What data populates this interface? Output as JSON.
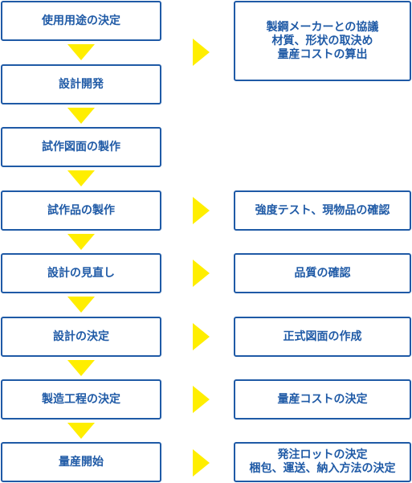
{
  "steps": [
    {
      "label": "使用用途の決定"
    },
    {
      "label": "設計開発"
    },
    {
      "label": "試作図面の製作"
    },
    {
      "label": "試作品の製作"
    },
    {
      "label": "設計の見直し"
    },
    {
      "label": "設計の決定"
    },
    {
      "label": "製造工程の決定"
    },
    {
      "label": "量産開始"
    }
  ],
  "results": [
    {
      "lines": [
        "製鋼メーカーとの協議",
        "材質、形状の取決め",
        "量産コストの算出"
      ]
    },
    {
      "lines": [
        "強度テスト、現物品の確認"
      ]
    },
    {
      "lines": [
        "品質の確認"
      ]
    },
    {
      "lines": [
        "正式図面の作成"
      ]
    },
    {
      "lines": [
        "量産コストの決定"
      ]
    },
    {
      "lines": [
        "発注ロットの決定",
        "梱包、運送、納入方法の決定"
      ]
    }
  ],
  "colors": {
    "border": "#1f5aa6",
    "text": "#1f5aa6",
    "arrow": "#ffee00"
  }
}
